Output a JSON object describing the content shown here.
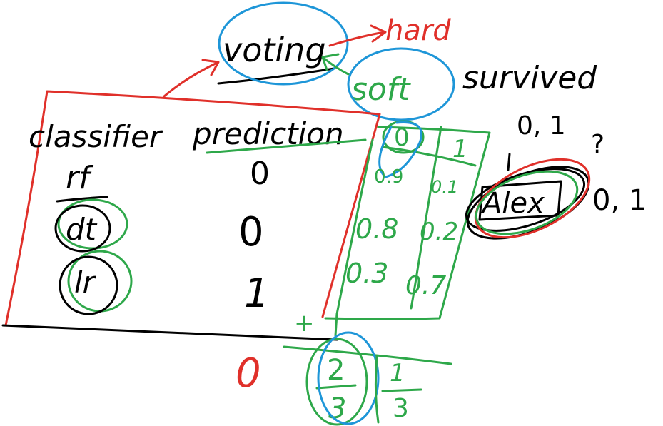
{
  "labels": {
    "voting": "voting",
    "hard": "hard",
    "soft": "soft",
    "survived": "survived",
    "survived_values": "0, 1",
    "question": "?",
    "classifier": "classifier",
    "prediction": "prediction",
    "passenger": "Alex",
    "passenger_outcome": "0, 1",
    "hard_result": "0",
    "plus": "+"
  },
  "classifiers": [
    "rf",
    "dt",
    "lr"
  ],
  "predictions": [
    "0",
    "0",
    "1"
  ],
  "proba_table": {
    "headers": [
      "0",
      "1"
    ],
    "rows": [
      [
        "0.9",
        "0.1"
      ],
      [
        "0.8",
        "0.2"
      ],
      [
        "0.3",
        "0.7"
      ]
    ]
  },
  "soft_result": {
    "class0": {
      "numerator": "2",
      "denominator": "3"
    },
    "class1": {
      "numerator": "1",
      "denominator": "3"
    }
  },
  "colors": {
    "ink": "#000000",
    "red": "#e0302a",
    "green": "#2ea84a",
    "blue": "#1e96d8"
  }
}
